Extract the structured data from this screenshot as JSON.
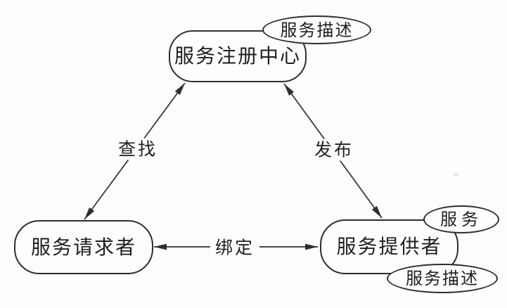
{
  "diagram": {
    "type": "soa-triangle",
    "background": "#fdfdfd",
    "ink_color": "#2e2e2e",
    "text_color": "#1f1f1f",
    "nodes": {
      "registry": {
        "label": "服务注册中心",
        "shape": "rounded-rect"
      },
      "requester": {
        "label": "服务请求者",
        "shape": "rounded-rect"
      },
      "provider": {
        "label": "服务提供者",
        "shape": "rounded-rect"
      },
      "registry_description": {
        "label": "服务描述",
        "shape": "ellipse",
        "attached_to": "registry"
      },
      "provider_service": {
        "label": "服务",
        "shape": "ellipse",
        "attached_to": "provider"
      },
      "provider_description": {
        "label": "服务描述",
        "shape": "ellipse",
        "attached_to": "provider"
      }
    },
    "edges": {
      "find": {
        "label": "查找",
        "between": [
          "requester",
          "registry"
        ],
        "arrows": "both"
      },
      "publish": {
        "label": "发布",
        "between": [
          "provider",
          "registry"
        ],
        "arrows": "both"
      },
      "bind": {
        "label": "绑定",
        "between": [
          "requester",
          "provider"
        ],
        "arrows": "both"
      }
    }
  }
}
